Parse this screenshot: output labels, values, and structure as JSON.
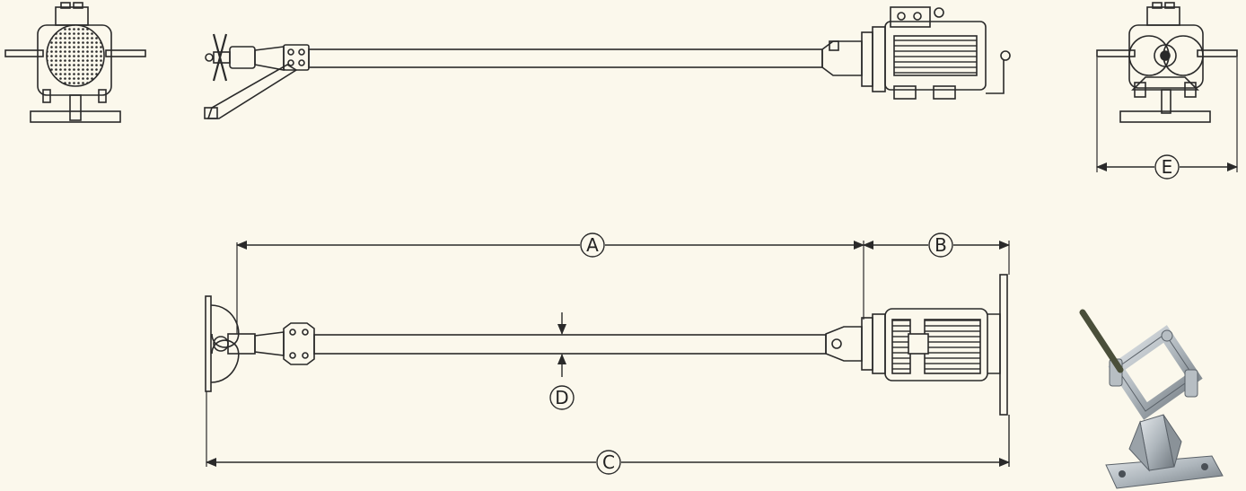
{
  "colors": {
    "background": "#fbf8ec",
    "line": "#2a2a2a",
    "metal_light": "#c9cfd4",
    "metal_dark": "#6e767d",
    "handle": "#4a4f3a"
  },
  "dimensions": {
    "a": "A",
    "b": "B",
    "c": "C",
    "d": "D",
    "e": "E"
  }
}
